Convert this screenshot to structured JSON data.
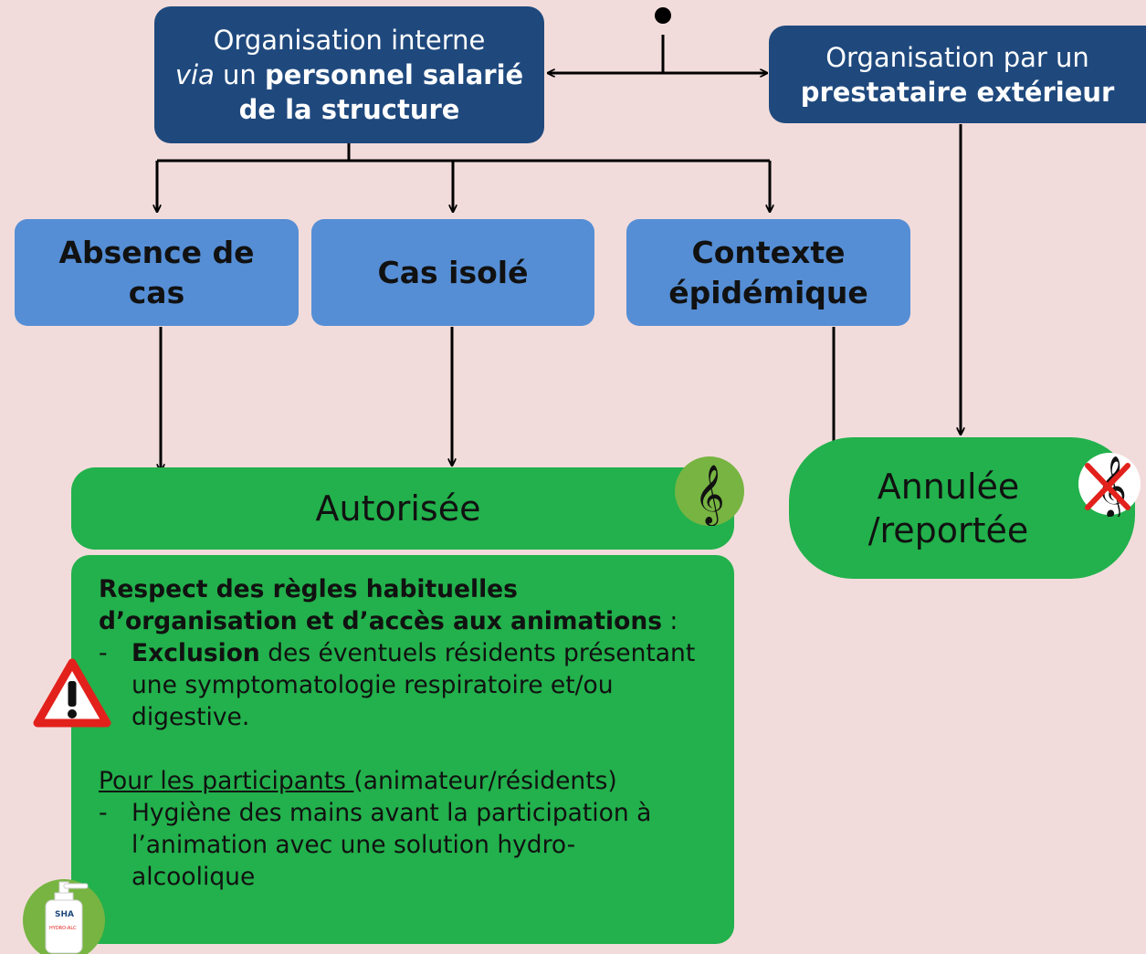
{
  "internal": {
    "line1": "Organisation interne",
    "via": "via",
    "un": " un ",
    "bold1": "personnel salarié",
    "bold2": "de la structure"
  },
  "external": {
    "line1": "Organisation par un",
    "bold": "prestataire extérieur"
  },
  "cases": {
    "absence_1": "Absence de",
    "absence_2": "cas",
    "isole": "Cas isolé",
    "epidemique_1": "Contexte",
    "epidemique_2": "épidémique"
  },
  "outcomes": {
    "autorisee": "Autorisée",
    "annulee_1": "Annulée",
    "annulee_2": "/reportée"
  },
  "rules": {
    "heading_bold": "Respect des règles habituelles d’organisation et d’accès aux animations",
    "heading_tail": " :",
    "bullet1_bold": "Exclusion",
    "bullet1_rest": " des éventuels résidents présentant une symptomatologie respiratoire et/ou digestive.",
    "participants_underlined": "Pour les participants ",
    "participants_rest": "(animateur/résidents)",
    "bullet2": "Hygiène des mains avant la participation à l’animation avec une solution hydro-alcoolique",
    "dash": "-"
  },
  "bottle": {
    "label": "SHA",
    "sublabel": "HYDRO-ALC"
  },
  "colors": {
    "background": "#f2dcdb",
    "dark_box": "#1f497d",
    "mid_box": "#558ed5",
    "green": "#22b14c",
    "badge_green": "#77b442",
    "warning_red": "#e2211c",
    "cross_red": "#e2211c"
  },
  "icons": [
    "treble-clef-icon",
    "no-music-icon",
    "warning-icon",
    "hand-sanitizer-icon"
  ]
}
